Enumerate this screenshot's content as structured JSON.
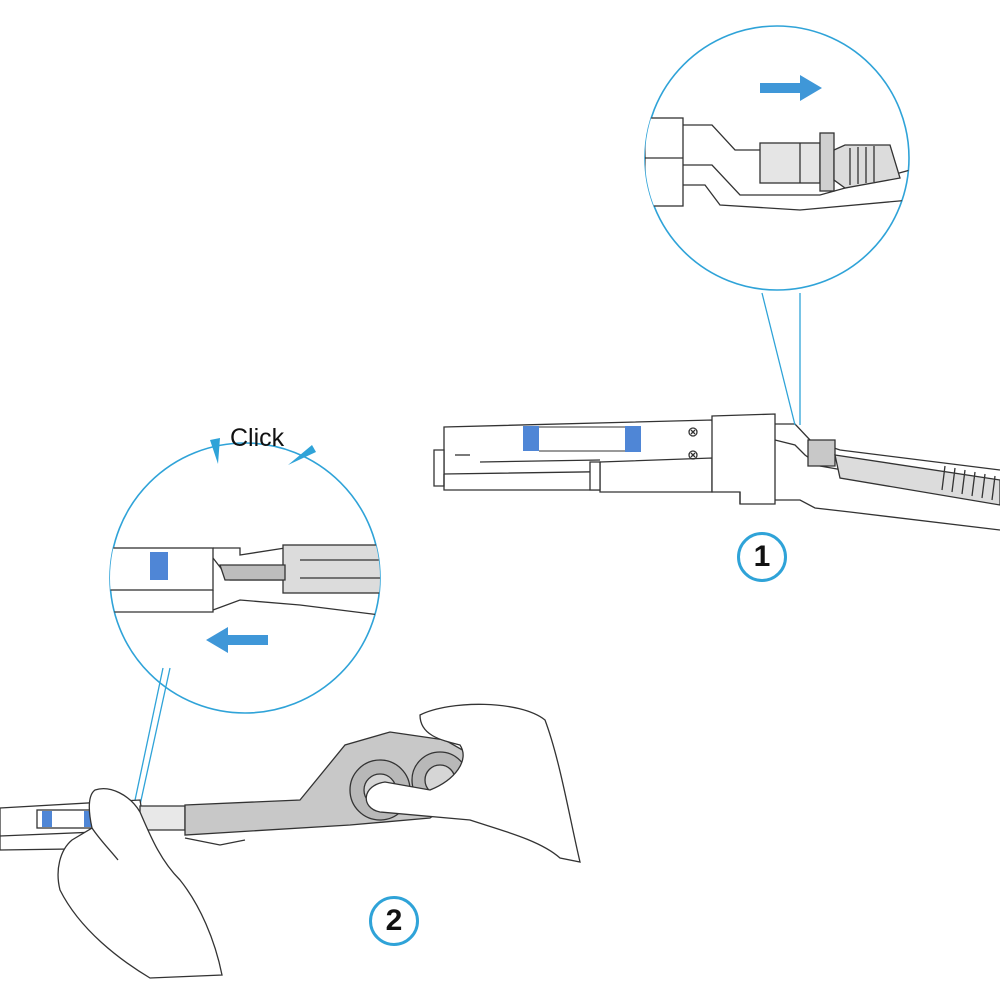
{
  "steps": [
    {
      "number": "1"
    },
    {
      "number": "2"
    }
  ],
  "callout_text": "Click",
  "colors": {
    "accent_blue": "#2fa3d8",
    "label_blue": "#4f86d6",
    "arrow_blue": "#3f97d8",
    "tool_gray": "#c8c8c8",
    "line": "#333333"
  },
  "icons": [
    "arrow-right-icon",
    "arrow-left-icon",
    "click-tick-icon"
  ]
}
